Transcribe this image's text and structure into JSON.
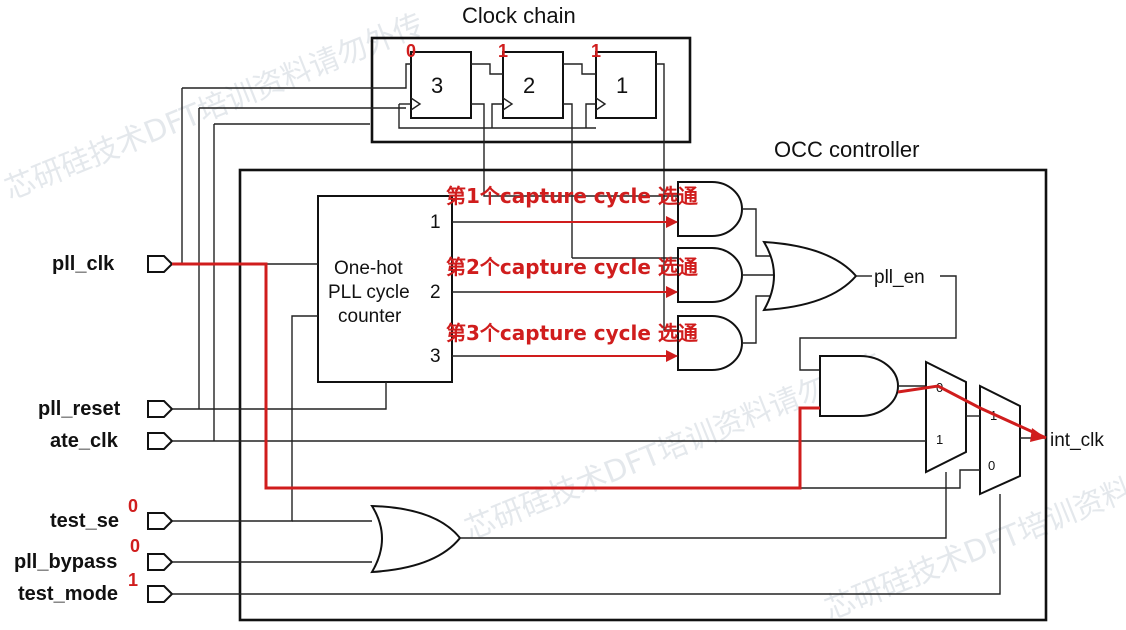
{
  "clock_chain": {
    "title": "Clock chain",
    "flops": [
      {
        "label": "3",
        "value": "0"
      },
      {
        "label": "2",
        "value": "1"
      },
      {
        "label": "1",
        "value": "1"
      }
    ]
  },
  "occ": {
    "title": "OCC controller",
    "counter": {
      "line1": "One-hot",
      "line2": "PLL cycle",
      "line3": "counter",
      "outputs": [
        "1",
        "2",
        "3"
      ]
    },
    "capture_labels": [
      "第1个capture cycle 选通",
      "第2个capture cycle 选通",
      "第3个capture cycle 选通"
    ],
    "pll_en": "pll_en",
    "mux1": {
      "in0": "0",
      "in1": "1"
    },
    "mux2": {
      "in1": "1",
      "in0": "0"
    },
    "output": "int_clk"
  },
  "ports": [
    {
      "name": "pll_clk",
      "value": ""
    },
    {
      "name": "pll_reset",
      "value": ""
    },
    {
      "name": "ate_clk",
      "value": ""
    },
    {
      "name": "test_se",
      "value": "0"
    },
    {
      "name": "pll_bypass",
      "value": "0"
    },
    {
      "name": "test_mode",
      "value": "1"
    }
  ],
  "watermarks": [
    "芯研硅技术DFT培训资料请勿外传",
    "芯研硅技术DFT培训资料请勿外传",
    "芯研硅技术DFT培训资料请勿外传"
  ],
  "colors": {
    "highlight": "#d01d1d",
    "line": "#111111"
  }
}
